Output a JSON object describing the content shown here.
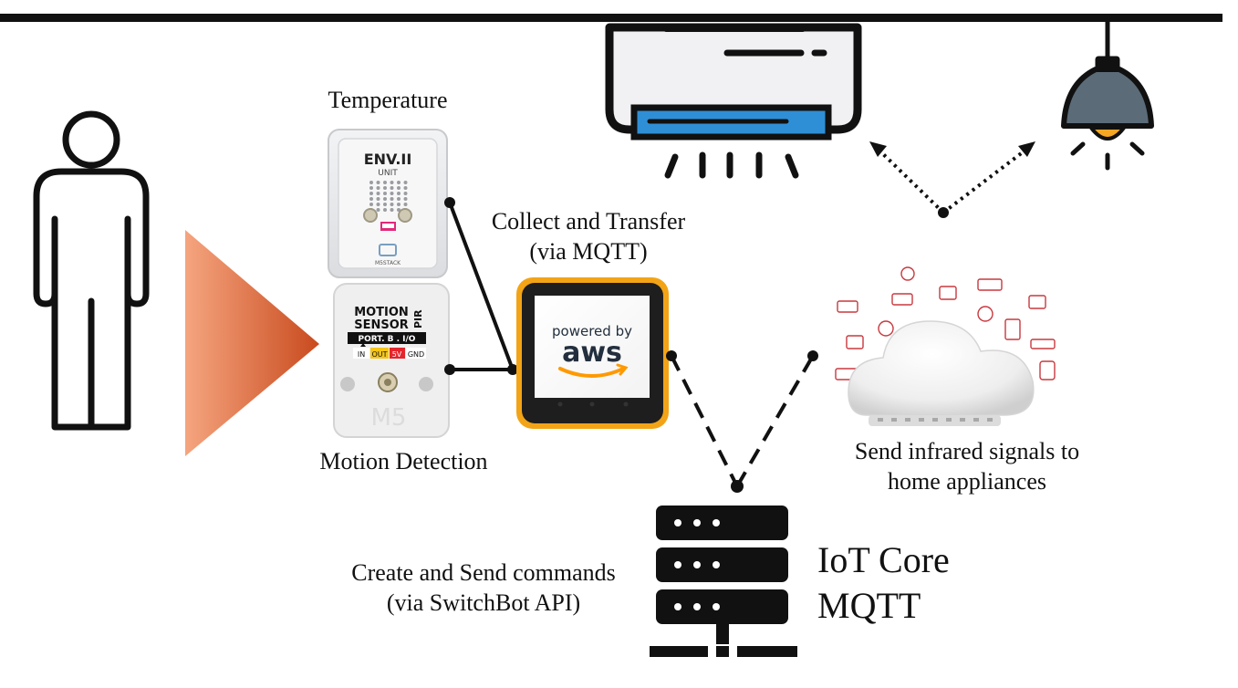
{
  "labels": {
    "temperature": "Temperature",
    "collect": [
      "Collect and Transfer",
      "(via MQTT)"
    ],
    "motion": "Motion Detection",
    "infrared": [
      "Send infrared signals to",
      "home appliances"
    ],
    "commands": [
      "Create and Send commands",
      "(via SwitchBot API)"
    ],
    "iot_core": "IoT Core",
    "mqtt": "MQTT"
  },
  "devices": {
    "env_unit": {
      "title": "ENV.II",
      "sub": "UNIT",
      "brand": "M5STACK"
    },
    "pir_unit": {
      "title1": "MOTION",
      "title2": "SENSOR",
      "side": "PIR",
      "port": "PORT. B . I/O",
      "pins": [
        "IN",
        "OUT",
        "5V",
        "GND"
      ],
      "logo": "M5"
    },
    "core2": {
      "line1": "powered by",
      "line2": "aws"
    }
  },
  "icons": {
    "person": "person-outline-icon",
    "arrow": "orange-triangle-arrow-icon",
    "aircon": "air-conditioner-icon",
    "lamp": "ceiling-lamp-icon",
    "cloud": "infrared-hub-cloud-icon",
    "server": "server-rack-icon"
  },
  "colors": {
    "ink": "#111111",
    "arrow_light": "#f5a57f",
    "arrow_dark": "#c94a1e",
    "aircon_vent": "#2f8fd6",
    "lamp_shade": "#5b6b78",
    "lamp_bulb": "#f5a623",
    "core_frame": "#f2a416",
    "pin_out": "#f5c518",
    "pin_5v": "#e3262d"
  }
}
